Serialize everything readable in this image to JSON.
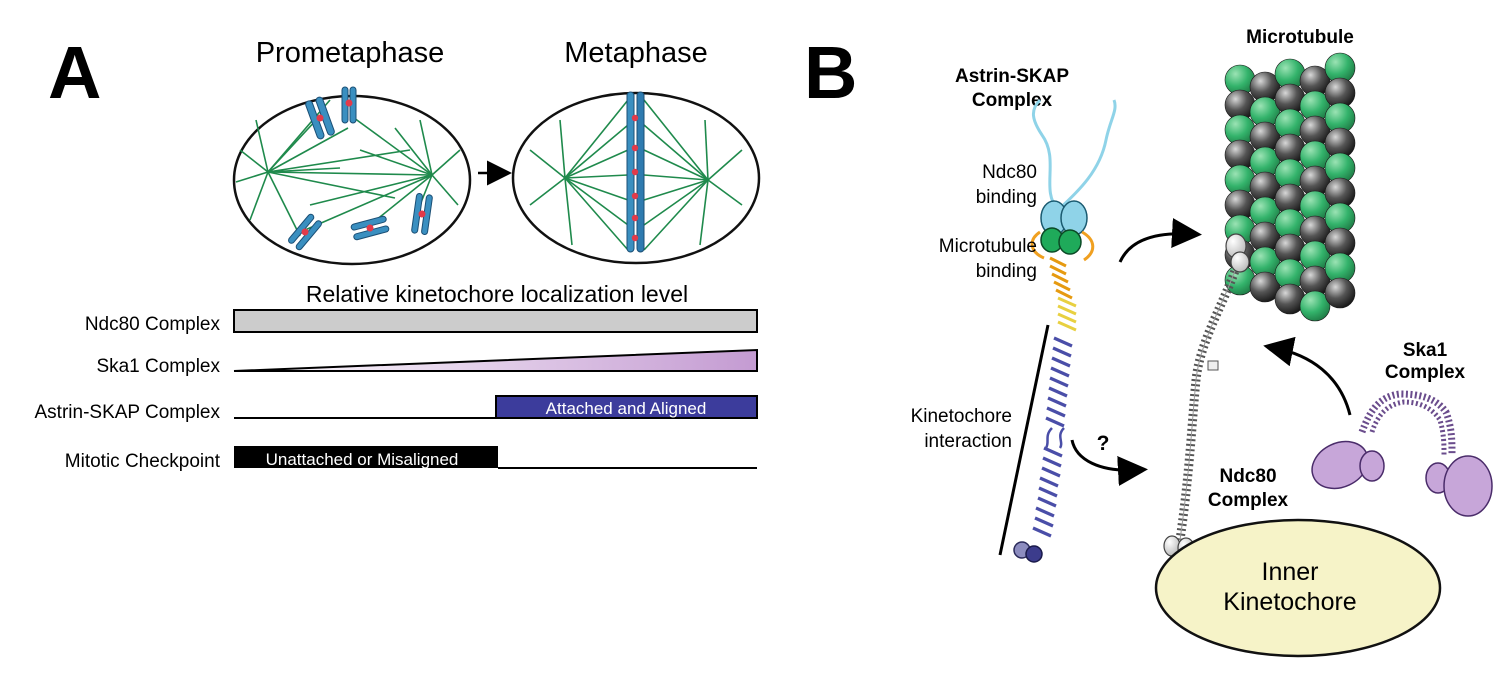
{
  "panel_a": {
    "label": "A",
    "stage_left": "Prometaphase",
    "stage_right": "Metaphase",
    "localization_title": "Relative kinetochore localization level",
    "rows": [
      {
        "label": "Ndc80 Complex"
      },
      {
        "label": "Ska1 Complex"
      },
      {
        "label": "Astrin-SKAP Complex",
        "bar_text": "Attached and Aligned"
      },
      {
        "label": "Mitotic Checkpoint",
        "bar_text": "Unattached or Misaligned"
      }
    ],
    "colors": {
      "ndc80_bar": "#cccccc",
      "ska1_gradient_end": "#c49bd2",
      "astrin_bar": "#3c3c9c",
      "checkpoint_bar": "#000000",
      "spindle": "#1f8a4c",
      "chromosome": "#3a8fc0"
    }
  },
  "panel_b": {
    "label": "B",
    "microtubule_title": "Microtubule",
    "astrin_title_line1": "Astrin-SKAP",
    "astrin_title_line2": "Complex",
    "ndc80_binding_line1": "Ndc80",
    "ndc80_binding_line2": "binding",
    "mt_binding_line1": "Microtubule",
    "mt_binding_line2": "binding",
    "kinetochore_interaction_line1": "Kinetochore",
    "kinetochore_interaction_line2": "interaction",
    "question": "?",
    "ska1_line1": "Ska1",
    "ska1_line2": "Complex",
    "ndc80_line1": "Ndc80",
    "ndc80_line2": "Complex",
    "inner_line1": "Inner",
    "inner_line2": "Kinetochore",
    "colors": {
      "tubulin_green": "#33b36b",
      "tubulin_dark": "#3a3a3a",
      "inner_kinetochore": "#f6f3c8",
      "astrin_coil": "#4a4ea8",
      "ska1": "#c7a6d9"
    }
  }
}
